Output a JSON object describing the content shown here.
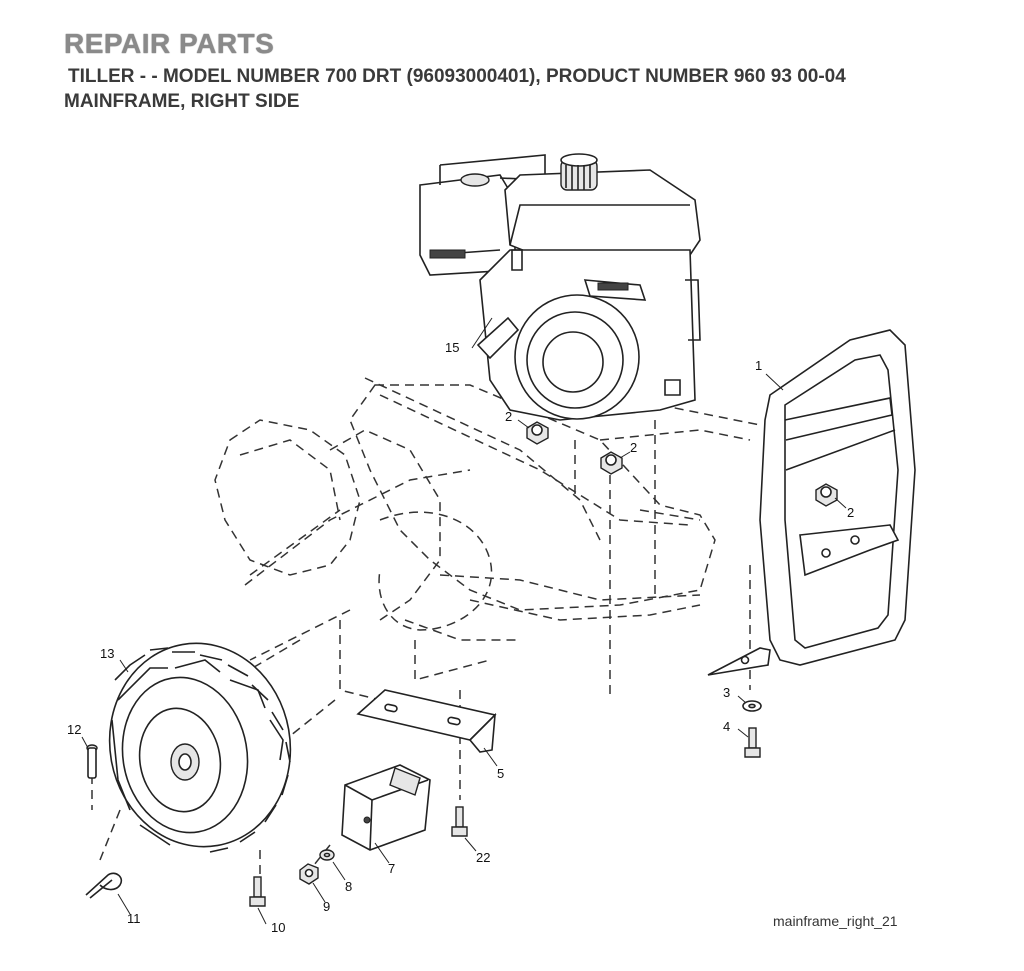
{
  "header": {
    "title": "REPAIR PARTS",
    "subtitle": "TILLER - - MODEL NUMBER 700 DRT (96093000401), PRODUCT NUMBER 960 93 00-04",
    "section": "MAINFRAME, RIGHT SIDE"
  },
  "callouts": {
    "c15": "15",
    "c1": "1",
    "c2a": "2",
    "c2b": "2",
    "c2c": "2",
    "c13": "13",
    "c12": "12",
    "c3": "3",
    "c4": "4",
    "c5": "5",
    "c7": "7",
    "c22": "22",
    "c8": "8",
    "c9": "9",
    "c10": "10",
    "c11": "11"
  },
  "caption": "mainframe_right_21"
}
